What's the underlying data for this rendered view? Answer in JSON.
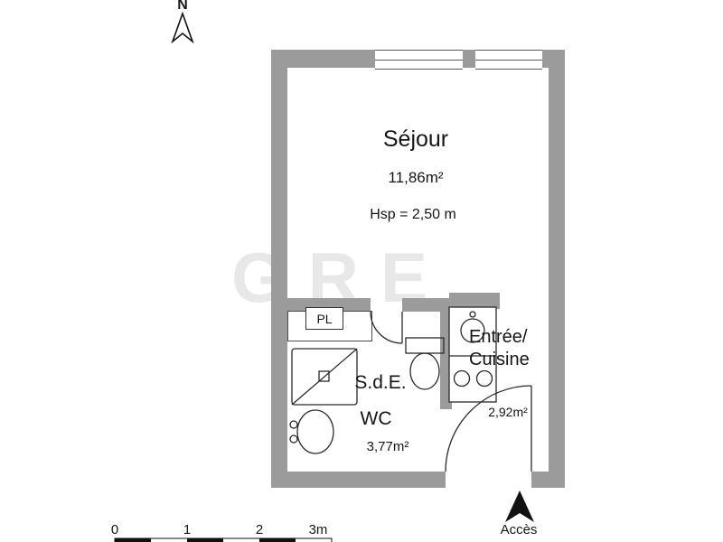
{
  "compass": {
    "label": "N"
  },
  "watermark": "GRE",
  "rooms": {
    "sejour": {
      "name": "Séjour",
      "area": "11,86m²",
      "ceiling": "Hsp = 2,50 m"
    },
    "pl": {
      "label": "PL"
    },
    "sde": {
      "line1": "S.d.E.",
      "line2": "WC",
      "area": "3,77m²"
    },
    "entree": {
      "line1": "Entrée/",
      "line2": "Cuisine",
      "area": "2,92m²"
    }
  },
  "access": {
    "label": "Accès"
  },
  "scale_bar": {
    "ticks": [
      "0",
      "1",
      "2",
      "3m"
    ]
  },
  "colors": {
    "wall": "#9b9b9b",
    "line": "#222222",
    "text": "#161616",
    "background": "#ffffff"
  }
}
